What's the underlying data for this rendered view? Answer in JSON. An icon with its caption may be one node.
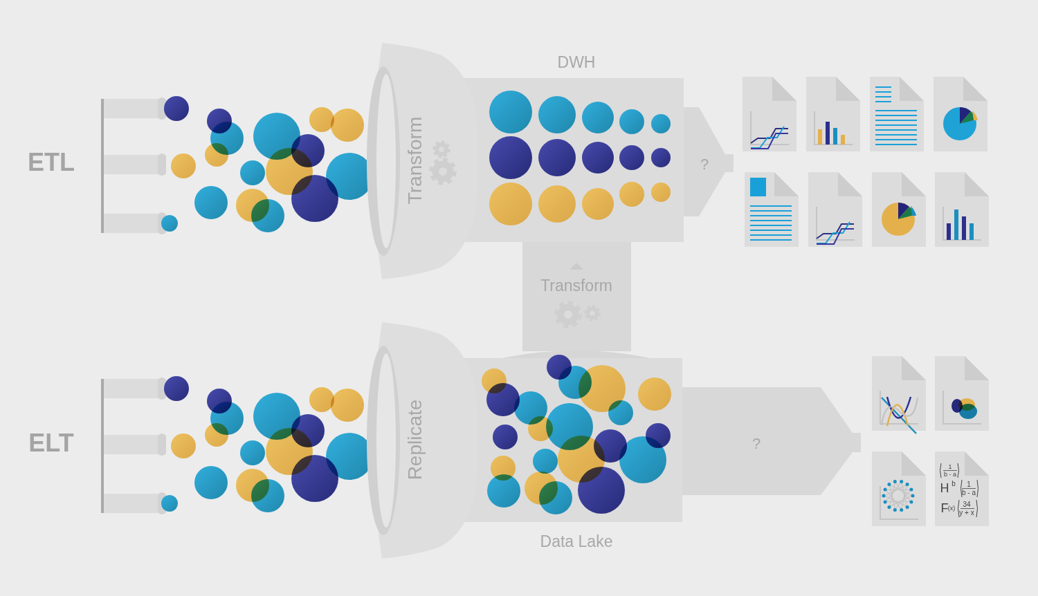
{
  "diagram": {
    "nodes": [
      {
        "text": [
          "DWH"
        ]
      },
      {
        "text": [
          "Transform"
        ]
      },
      {
        "text": [
          "?"
        ]
      },
      {
        "text": [
          "Transform"
        ]
      },
      {
        "text": [
          "Data Lake"
        ]
      },
      {
        "text": [
          "Replicate"
        ]
      },
      {
        "text": [
          "?"
        ]
      }
    ],
    "labels": [
      "ETL",
      "ELT",
      "1",
      "b - a",
      "H",
      "b",
      "1",
      "b - a",
      "F",
      "(x)",
      "34",
      "y + x"
    ]
  }
}
